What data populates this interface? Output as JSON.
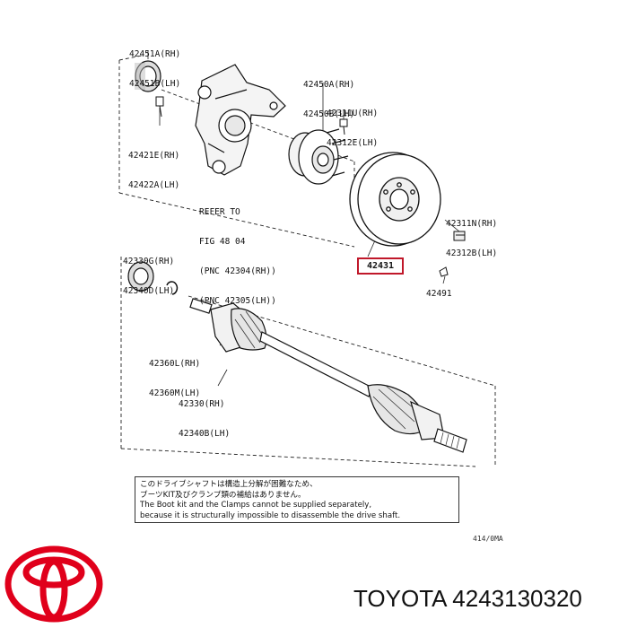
{
  "labels": {
    "p42451": [
      "42451A(RH)",
      "42451B(LH)"
    ],
    "p42421": [
      "42421E(RH)",
      "42422A(LH)"
    ],
    "refer": [
      "REFER TO",
      "FIG 48 04",
      "(PNC 42304(RH))",
      "(PNC 42305(LH))"
    ],
    "p42450": [
      "42450A(RH)",
      "42450B(LH)"
    ],
    "p42311": [
      "42311U(RH)",
      "42312E(LH)"
    ],
    "p42311n": [
      "42311N(RH)",
      "42312B(LH)"
    ],
    "p42330g": [
      "42330G(RH)",
      "42340D(LH)"
    ],
    "p42491": "42491",
    "p42360": [
      "42360L(RH)",
      "42360M(LH)"
    ],
    "p42330": [
      "42330(RH)",
      "42340B(LH)"
    ]
  },
  "callout": {
    "label": "42431",
    "color": "#c0182a"
  },
  "note": [
    "このドライブシャフトは構造上分解が困難なため、",
    "ブーツKIT及びクランプ類の補給はありません。",
    "The Boot kit and the Clamps cannot be supplied separately,",
    "because it is structurally impossible to disassemble the drive shaft."
  ],
  "figure_code": "414/0MA",
  "footer": {
    "brand_text": "TOYOTA 4243130320",
    "logo": "toyota-logo",
    "logo_color": "#e0001b"
  }
}
